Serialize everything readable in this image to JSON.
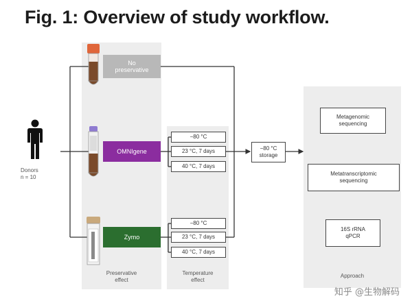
{
  "title": "Fig. 1: Overview of study workflow.",
  "donors": {
    "label": "Donors",
    "count": "n = 10"
  },
  "preservatives": [
    {
      "label": "No\npreservative",
      "color": "#b8b8b8"
    },
    {
      "label": "OMNIgene",
      "color": "#8b2d9f"
    },
    {
      "label": "Zymo",
      "color": "#2b6e2f"
    }
  ],
  "temperatures": {
    "omnigene": [
      "−80 °C",
      "23 °C, 7 days",
      "40 °C, 7 days"
    ],
    "zymo": [
      "−80 °C",
      "23 °C, 7 days",
      "40 °C, 7 days"
    ]
  },
  "storage": "−80 °C\nstorage",
  "approaches": [
    "Metagenomic\nsequencing",
    "Metatranscriptomic\nsequencing",
    "16S rRNA\nqPCR"
  ],
  "column_labels": {
    "preservative": "Preservative\neffect",
    "temperature": "Temperature\neffect",
    "approach": "Approach"
  },
  "watermark": "知乎 @生物解码",
  "colors": {
    "panel": "#ededed",
    "line": "#333333",
    "tube_cap_orange": "#e0663a",
    "tube_cap_purple": "#8f7bd1",
    "tube_cap_tan": "#c9a97c",
    "sample_brown": "#7a4a2a"
  }
}
